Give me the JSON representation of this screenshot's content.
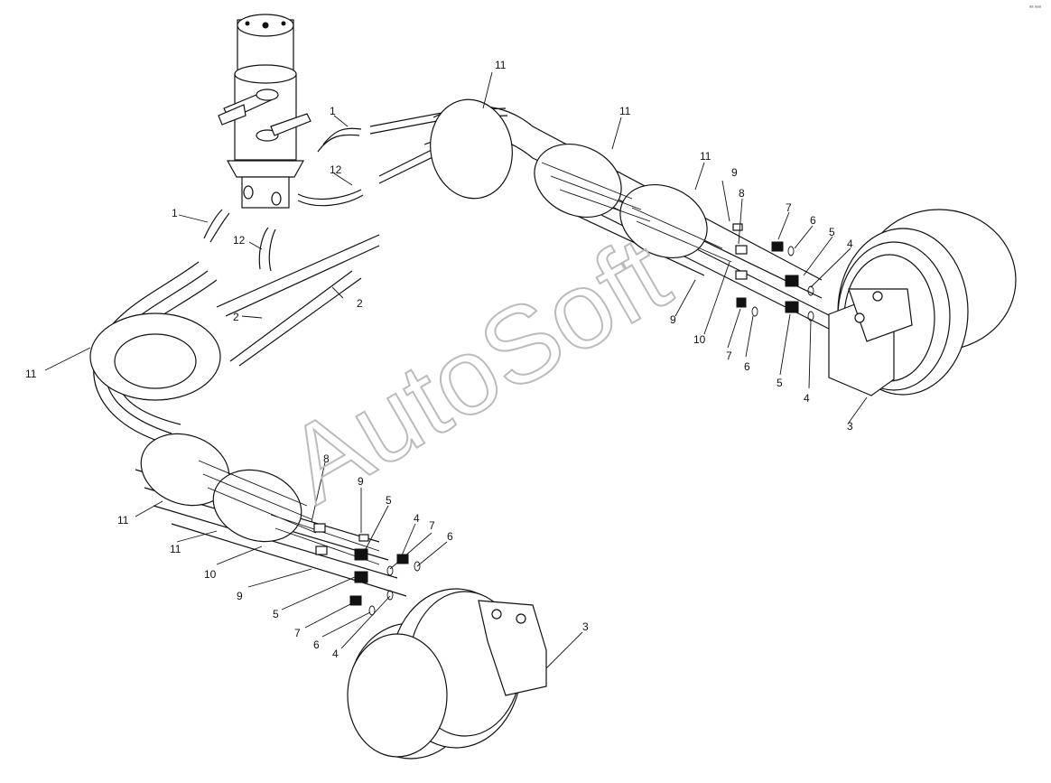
{
  "diagram": {
    "watermark": "AutoSoft",
    "corner_mark": "ᵃᵃ ᵃᵃᵃ",
    "callouts": [
      "1",
      "1",
      "2",
      "2",
      "3",
      "3",
      "4",
      "4",
      "4",
      "4",
      "5",
      "5",
      "5",
      "5",
      "6",
      "6",
      "6",
      "6",
      "7",
      "7",
      "7",
      "7",
      "8",
      "8",
      "9",
      "9",
      "9",
      "9",
      "10",
      "10",
      "11",
      "11",
      "11",
      "11",
      "11",
      "11",
      "12",
      "12"
    ],
    "parts": [
      {
        "id": "swivel-joint"
      },
      {
        "id": "travel-motor-right"
      },
      {
        "id": "travel-motor-left"
      },
      {
        "id": "hose-bundle"
      }
    ]
  }
}
